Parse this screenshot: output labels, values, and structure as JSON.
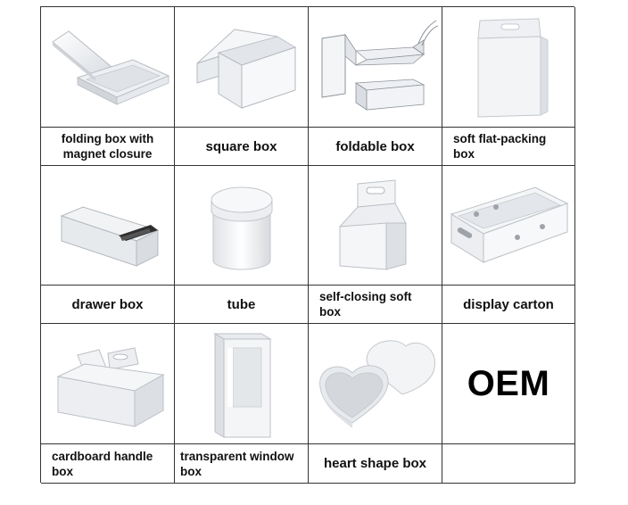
{
  "items": [
    {
      "label": "folding box with magnet closure",
      "icon": "folding-box-icon"
    },
    {
      "label": "square box",
      "icon": "square-box-icon"
    },
    {
      "label": "foldable box",
      "icon": "foldable-box-icon"
    },
    {
      "label": "soft flat-packing box",
      "icon": "flat-packing-box-icon"
    },
    {
      "label": "drawer box",
      "icon": "drawer-box-icon"
    },
    {
      "label": "tube",
      "icon": "tube-icon"
    },
    {
      "label": "self-closing soft box",
      "icon": "self-closing-box-icon"
    },
    {
      "label": "display carton",
      "icon": "display-carton-icon"
    },
    {
      "label": "cardboard handle box",
      "icon": "handle-box-icon"
    },
    {
      "label": "transparent window box",
      "icon": "window-box-icon"
    },
    {
      "label": "heart shape box",
      "icon": "heart-box-icon"
    },
    {
      "label": "",
      "icon": ""
    }
  ],
  "oem_text": "OEM"
}
